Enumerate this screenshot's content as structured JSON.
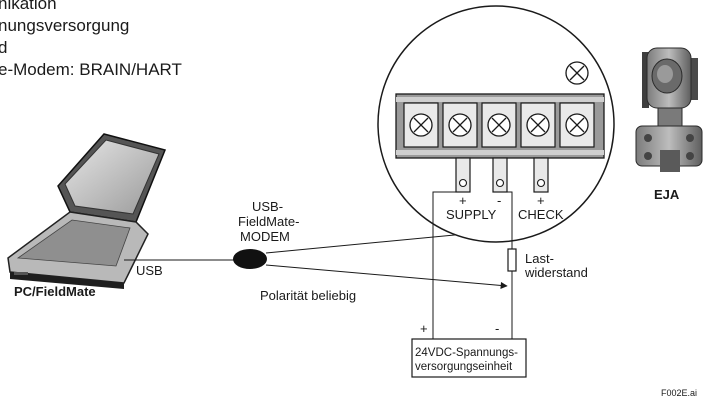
{
  "header": {
    "lines": [
      "nikation",
      "nungsversorgung",
      "d",
      "e-Modem: BRAIN/HART"
    ]
  },
  "labels": {
    "laptop": "PC/FieldMate",
    "usb": "USB",
    "modem_line1": "USB-",
    "modem_line2": "FieldMate-",
    "modem_line3": "MODEM",
    "polarity": "Polarität beliebig",
    "plus": "+",
    "minus": "-",
    "supply": "SUPPLY",
    "check": "CHECK",
    "load_line1": "Last-",
    "load_line2": "widerstand",
    "psu_plus": "+",
    "psu_minus": "-",
    "psu_line1": "24VDC-Spannungs-",
    "psu_line2": "versorgungseinheit",
    "device": "EJA",
    "figure_id": "F002E.ai"
  }
}
